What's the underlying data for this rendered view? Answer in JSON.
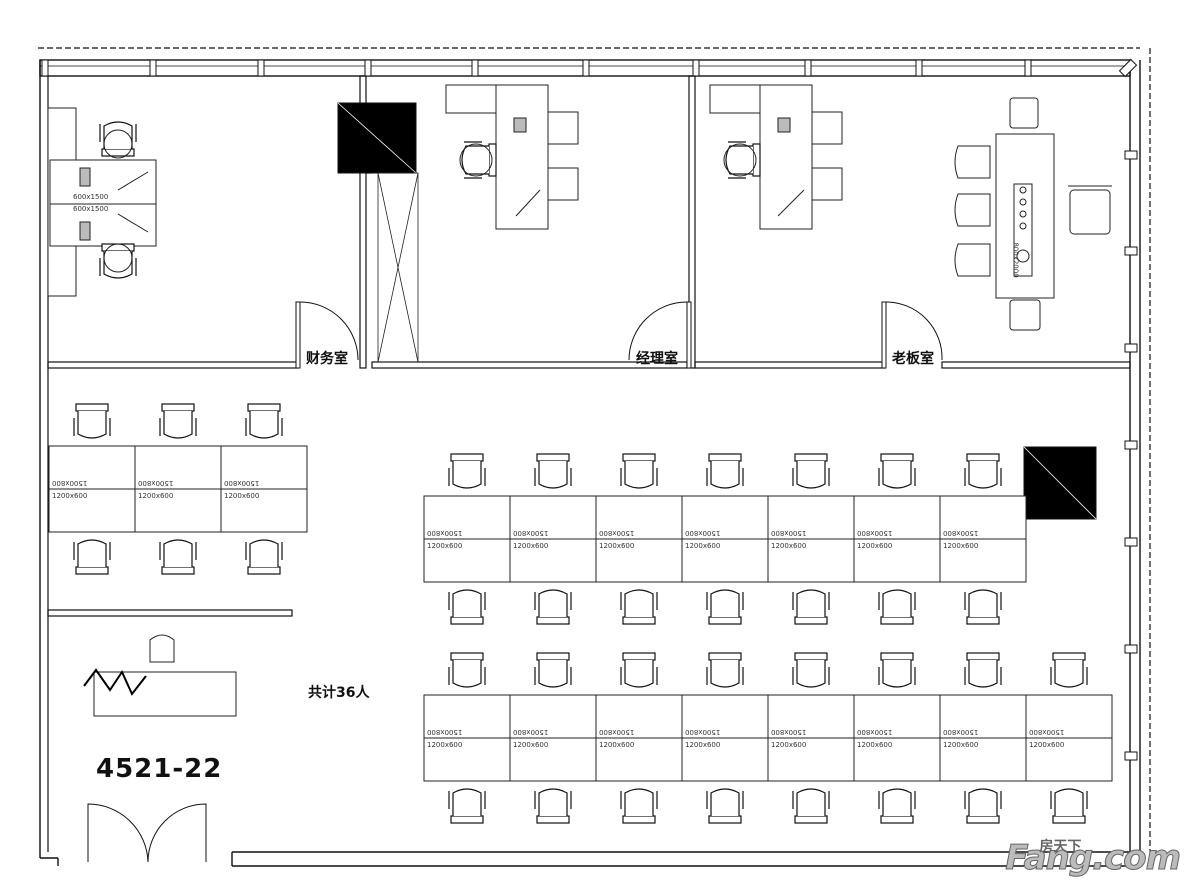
{
  "rooms": {
    "finance": "财务室",
    "manager": "经理室",
    "boss": "老板室"
  },
  "headcount": "共计36人",
  "unit_number": "4521-22",
  "dims": {
    "d600x1500": "600x1500",
    "d1200x600": "1200x600",
    "d1500x800": "1500x800",
    "d800x2000": "800x2000"
  },
  "watermark": {
    "top": "房天下",
    "main": "Fang.com"
  }
}
